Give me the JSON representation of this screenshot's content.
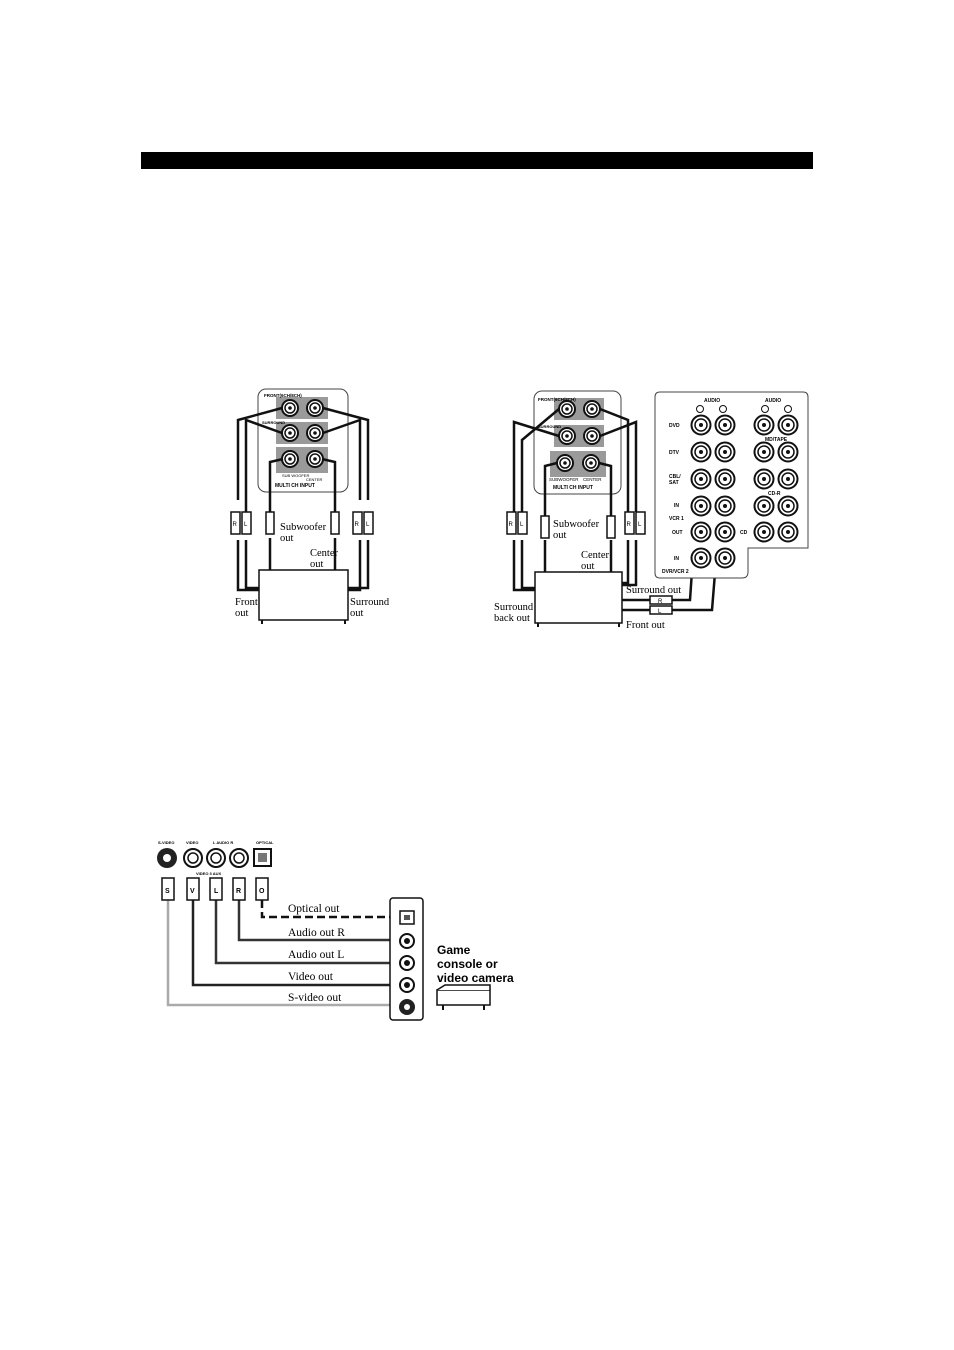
{
  "diagram1": {
    "panel": {
      "front": "FRONT(6CH/8CH)",
      "surround": "SURROUND",
      "sub": "SUB WOOFER",
      "center": "CENTER",
      "title": "MULTI CH INPUT"
    },
    "plugs": {
      "r": "R",
      "l": "L"
    },
    "labels": {
      "sub_a": "Subwoofer",
      "sub_b": "out",
      "center_a": "Center",
      "center_b": "out",
      "front_a": "Front",
      "front_b": "out",
      "surround_a": "Surround",
      "surround_b": "out"
    }
  },
  "diagram2": {
    "panel": {
      "front": "FRONT(6CH/8CH)",
      "surround": "SURROUND",
      "sub": "SUBWOOFER",
      "center": "CENTER",
      "title": "MULTI CH INPUT"
    },
    "plugs": {
      "r": "R",
      "l": "L"
    },
    "labels": {
      "sub_a": "Subwoofer",
      "sub_b": "out",
      "center_a": "Center",
      "center_b": "out",
      "surround": "Surround out",
      "sback_a": "Surround",
      "sback_b": "back out",
      "front": "Front out"
    },
    "audio_panel": {
      "audio_left": "AUDIO",
      "audio_right": "AUDIO",
      "dvd": "DVD",
      "dtv": "DTV",
      "cbl_a": "CBL/",
      "cbl_b": "SAT",
      "in1": "IN",
      "vcr1": "VCR 1",
      "out": "OUT",
      "in2": "IN",
      "dvr": "DVR/VCR 2",
      "md_tape": "MD/TAPE",
      "cd_r": "CD-R",
      "cd": "CD"
    }
  },
  "diagram3": {
    "jacks": {
      "svideo": "S-VIDEO",
      "video": "VIDEO",
      "audio": "L  AUDIO  R",
      "optical": "OPTICAL",
      "aux": "VIDEO 3 AUX"
    },
    "plugs": {
      "s": "S",
      "v": "V",
      "l": "L",
      "r": "R",
      "o": "O"
    },
    "labels": {
      "optical": "Optical out",
      "audio_r": "Audio out R",
      "audio_l": "Audio out L",
      "video": "Video out",
      "svideo": "S-video out"
    },
    "device": {
      "line1": "Game",
      "line2": "console or",
      "line3": "video camera"
    }
  }
}
